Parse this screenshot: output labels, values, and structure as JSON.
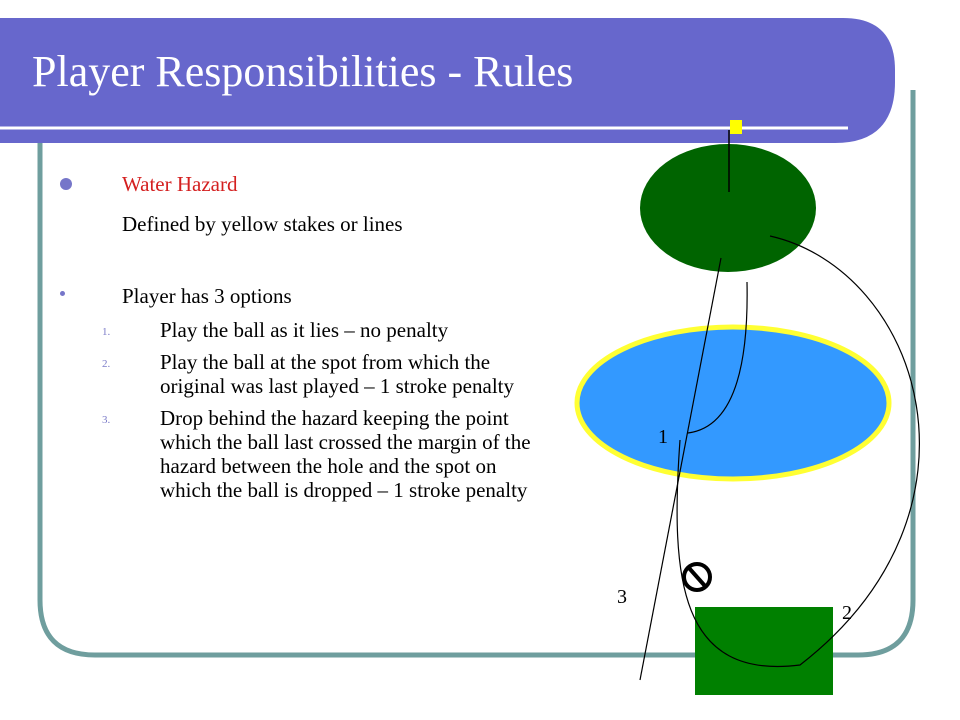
{
  "slide": {
    "title": "Player Responsibilities - Rules",
    "hazard_title": "Water Hazard",
    "hazard_definition": "Defined by yellow stakes or lines",
    "options_intro": "Player has 3 options",
    "options": [
      {
        "num": "1.",
        "text": "Play the ball as it lies – no penalty"
      },
      {
        "num": "2.",
        "text": "Play the ball at the spot from which the original was last played – 1 stroke penalty"
      },
      {
        "num": "3.",
        "text": "Drop behind the hazard keeping the point which the ball last crossed the margin of the hazard between the hole and the spot on which the ball is dropped – 1 stroke penalty"
      }
    ]
  },
  "diagram": {
    "labels": {
      "one": "1",
      "two": "2",
      "three": "3"
    },
    "colors": {
      "title_bar": "#6767cc",
      "frame": "#6f9e9e",
      "green": "#006400",
      "water": "#3399ff",
      "hazard_margin": "#ffff33",
      "flag": "#ffff00"
    },
    "icons": [
      "flag-icon",
      "no-drop-icon"
    ]
  }
}
